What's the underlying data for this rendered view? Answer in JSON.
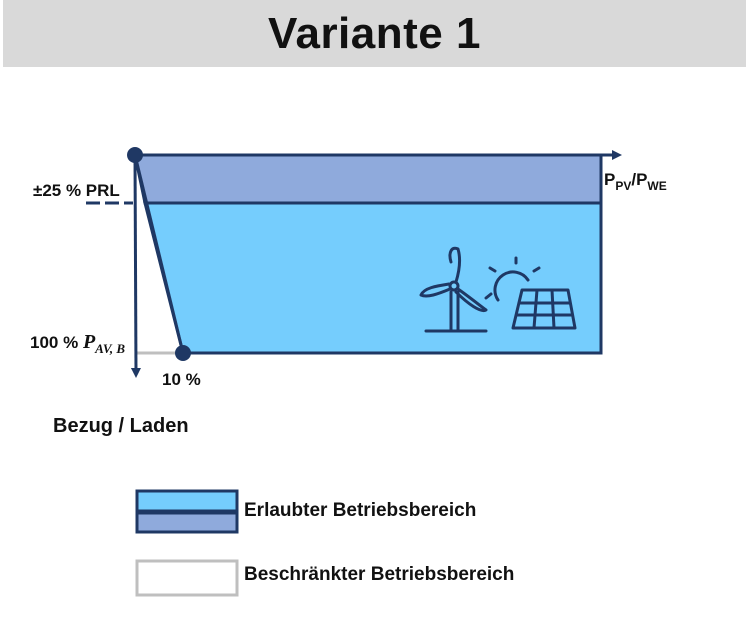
{
  "title": "Variante 1",
  "axis_labels": {
    "prl_prefix": "±25 % PRL",
    "x_axis_main": "P",
    "x_axis_sub1": "PV",
    "x_axis_sep": "/P",
    "x_axis_sub2": "WE",
    "pav_prefix": "100 % ",
    "pav_symbol": "P",
    "pav_sub": "AV, B",
    "ten_percent": "10 %",
    "y_axis_label": "Bezug / Laden"
  },
  "legend": {
    "allowed": "Erlaubter Betriebsbereich",
    "restricted": "Beschränkter Betriebsbereich"
  },
  "colors": {
    "navy": "#1f3864",
    "prl_band": "#8faadc",
    "allowed_area": "#75cdfd",
    "restricted_outline": "#bfbfbf",
    "title_bar": "#d9d9d9"
  },
  "icons": [
    "wind-turbine-icon",
    "sun-icon",
    "solar-panel-icon"
  ]
}
